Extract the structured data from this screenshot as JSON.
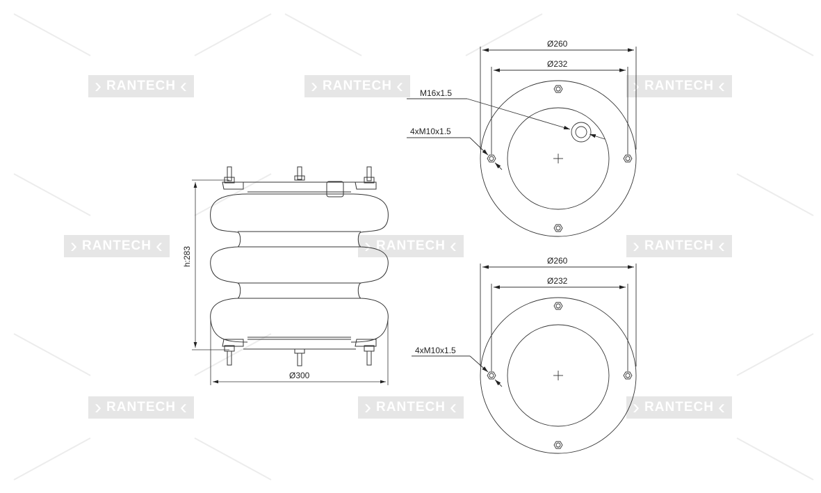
{
  "watermark": {
    "text": "RANTECH"
  },
  "side_view": {
    "height_label": "h:283",
    "diameter_label": "Ø300"
  },
  "top_view": {
    "outer_diameter": "Ø260",
    "bolt_circle": "Ø232",
    "port_thread": "M16x1.5",
    "bolt_thread": "4xM10x1.5"
  },
  "bottom_view": {
    "outer_diameter": "Ø260",
    "bolt_circle": "Ø232",
    "bolt_thread": "4xM10x1.5"
  },
  "colors": {
    "line": "#333333",
    "watermark": "#e6e6e6"
  }
}
